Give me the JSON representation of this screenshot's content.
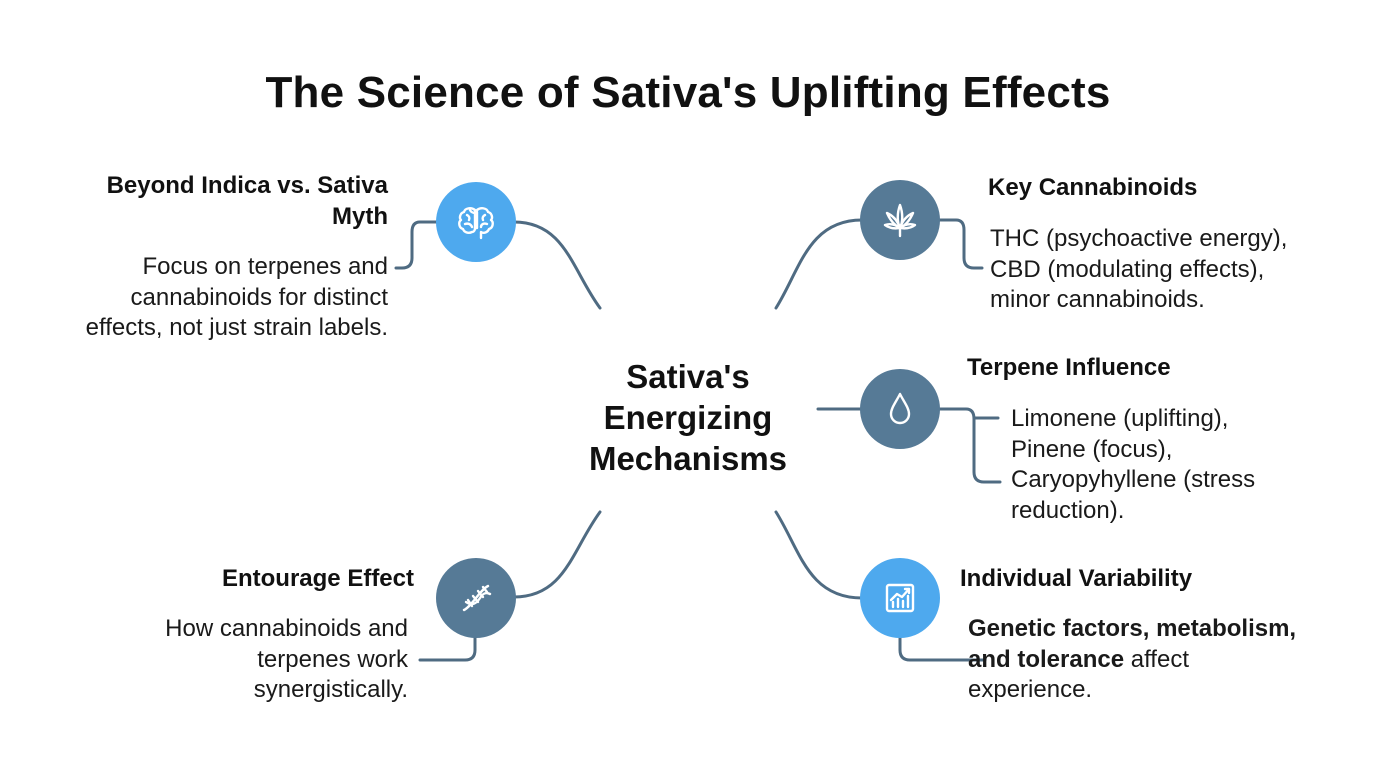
{
  "title": "The Science of Sativa's Uplifting Effects",
  "center": {
    "lines": [
      "Sativa's",
      "Energizing",
      "Mechanisms"
    ]
  },
  "colors": {
    "light_blue": "#4ea9ee",
    "slate_blue": "#567a96",
    "connector": "#4f6b82"
  },
  "nodes": {
    "beyond": {
      "icon": "brain-icon",
      "heading": "Beyond Indica vs. Sativa Myth",
      "lines": [
        "Focus on terpenes and",
        "cannabinoids for distinct",
        "effects, not just strain labels."
      ]
    },
    "entourage": {
      "icon": "dna-icon",
      "heading": "Entourage Effect",
      "lines": [
        "How cannabinoids and",
        "terpenes work",
        "synergistically."
      ]
    },
    "cannabinoids": {
      "icon": "cannabis-leaf-icon",
      "heading": "Key Cannabinoids",
      "lines": [
        "THC (psychoactive energy),",
        "CBD (modulating effects),",
        "minor cannabinoids."
      ]
    },
    "terpene": {
      "icon": "droplet-icon",
      "heading": "Terpene Influence",
      "lines": [
        "Limonene (uplifting),",
        "Pinene (focus),",
        "Caryopyhyllene (stress",
        "reduction)."
      ]
    },
    "variability": {
      "icon": "growth-chart-icon",
      "heading": "Individual Variability",
      "bold_line1": "Genetic factors, metabolism,",
      "bold_line2": "and tolerance",
      "line2_rest": " affect",
      "line3": "experience."
    }
  }
}
